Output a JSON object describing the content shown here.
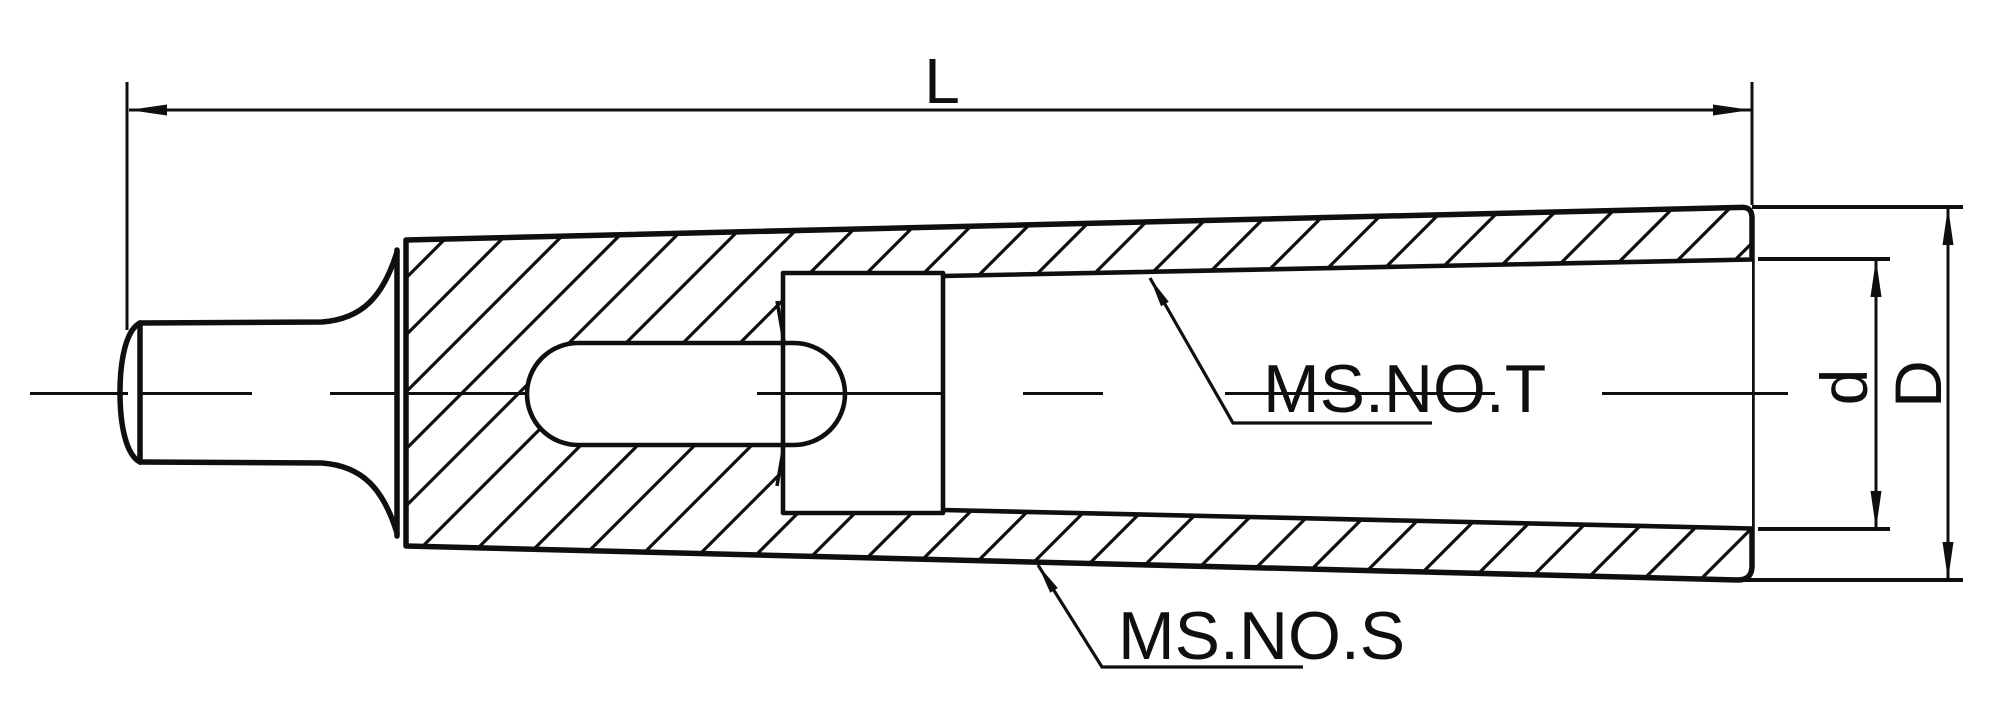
{
  "drawing": {
    "background": "#ffffff",
    "line_color": "#0f0f0f",
    "labels": {
      "overall_length": "L",
      "bore_diameter": "d",
      "outer_diameter": "D",
      "socket_callout": "MS.NO.T",
      "shank_callout": "MS.NO.S"
    }
  }
}
